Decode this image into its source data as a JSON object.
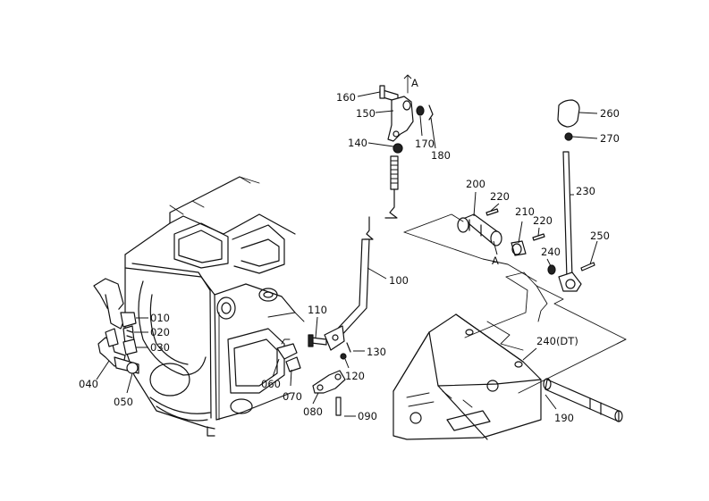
{
  "callouts": {
    "p010": "010",
    "p020": "020",
    "p030": "030",
    "p040": "040",
    "p050": "050",
    "p060": "060",
    "p070": "070",
    "p080": "080",
    "p090": "090",
    "p100": "100",
    "p110": "110",
    "p120": "120",
    "p130": "130",
    "p140": "140",
    "p150": "150",
    "p160": "160",
    "p170": "170",
    "p180": "180",
    "p190": "190",
    "p200": "200",
    "p210": "210",
    "p220a": "220",
    "p220b": "220",
    "p230": "230",
    "p240": "240",
    "p240dt": "240(DT)",
    "p250": "250",
    "p260": "260",
    "p270": "270"
  },
  "markers": {
    "arrow_top": "A",
    "arrow_mid": "A"
  }
}
